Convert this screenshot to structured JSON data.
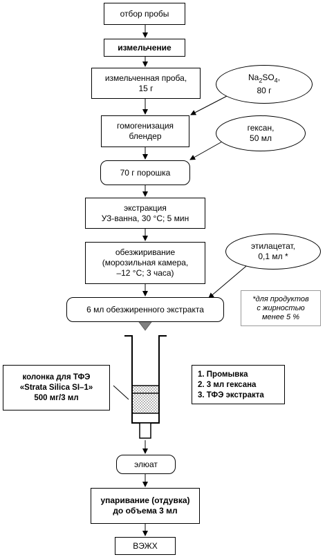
{
  "steps": {
    "sampling": "отбор пробы",
    "grinding": "измельчение",
    "ground_sample": [
      "измельченная проба,",
      "15 г"
    ],
    "homogenization": [
      "гомогенизация",
      "блендер"
    ],
    "powder": "70 г порошка",
    "extraction": [
      "экстракция",
      "УЗ-ванна, 30 °С; 5 мин"
    ],
    "defatting": [
      "обезжиривание",
      "(морозильная камера,",
      "–12 °С; 3 часа)"
    ],
    "defatted_extract": "6 мл обезжиренного экстракта",
    "eluate": "элюат",
    "evaporation": [
      "упаривание (отдувка)",
      "до объема 3 мл"
    ],
    "hplc": "ВЭЖХ"
  },
  "reagents": {
    "sodium_sulfate": {
      "formula_prefix": "Na",
      "sub1": "2",
      "mid": "SO",
      "sub2": "4",
      "suffix": ",",
      "amount": "80 г"
    },
    "hexane": [
      "гексан,",
      "50 мл"
    ],
    "ethyl_acetate": [
      "этилацетат,",
      "0,1 мл *"
    ]
  },
  "footnote": [
    "*для продуктов",
    "с жирностью",
    "менее 5 %"
  ],
  "spe_column": [
    "колонка для ТФЭ",
    "«Strata Silica SI–1»",
    "500 мг/3 мл"
  ],
  "spe_steps": [
    "1. Промывка",
    "2. 3 мл гексана",
    "3. ТФЭ экстракта"
  ],
  "colors": {
    "line": "#000000",
    "arrow_fill": "#808080",
    "note_border": "#9a9a9a"
  }
}
